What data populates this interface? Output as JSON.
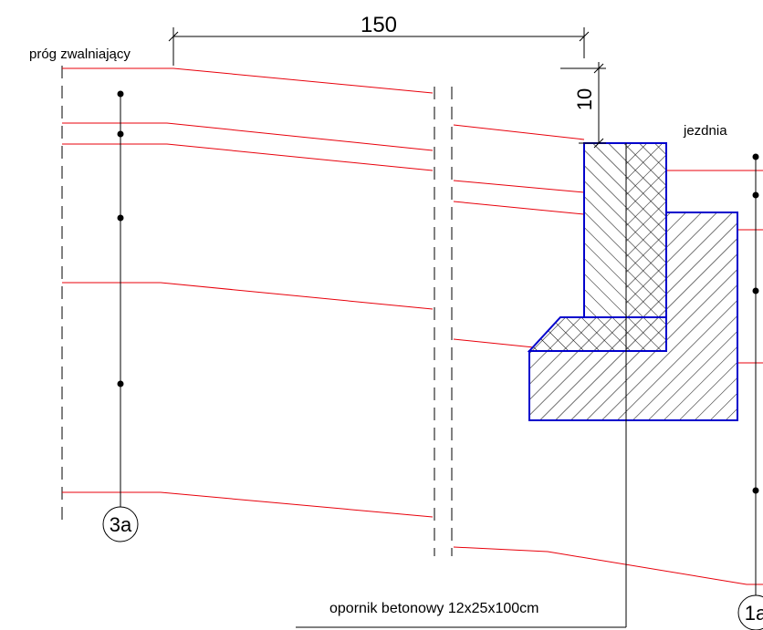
{
  "labels": {
    "dim_top": "150",
    "dim_side": "10",
    "speed_bump": "próg zwalniający",
    "road": "jezdnia",
    "curb_note": "opornik betonowy 12x25x100cm",
    "marker_left": "3a",
    "marker_right": "1a"
  },
  "colors": {
    "section_lines": "#e8000b",
    "curb_outline": "#0000cc",
    "ink": "#000000"
  }
}
